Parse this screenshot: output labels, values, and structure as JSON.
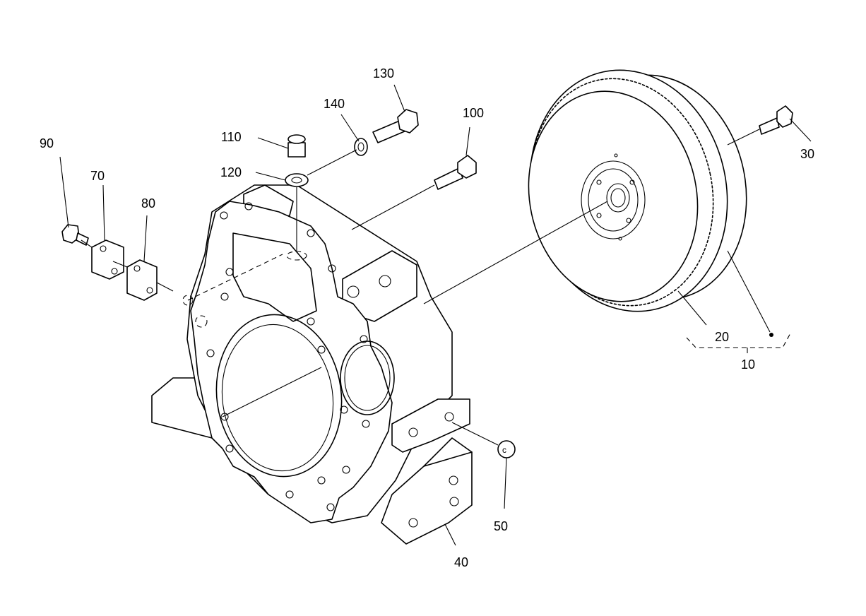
{
  "diagram": {
    "callouts": {
      "c10": "10",
      "c20": "20",
      "c30": "30",
      "c40": "40",
      "c50": "50",
      "c70": "70",
      "c80": "80",
      "c90": "90",
      "c100": "100",
      "c110": "110",
      "c120": "120",
      "c130": "130",
      "c140": "140"
    },
    "line_color": "#000000",
    "background_color": "#ffffff"
  }
}
